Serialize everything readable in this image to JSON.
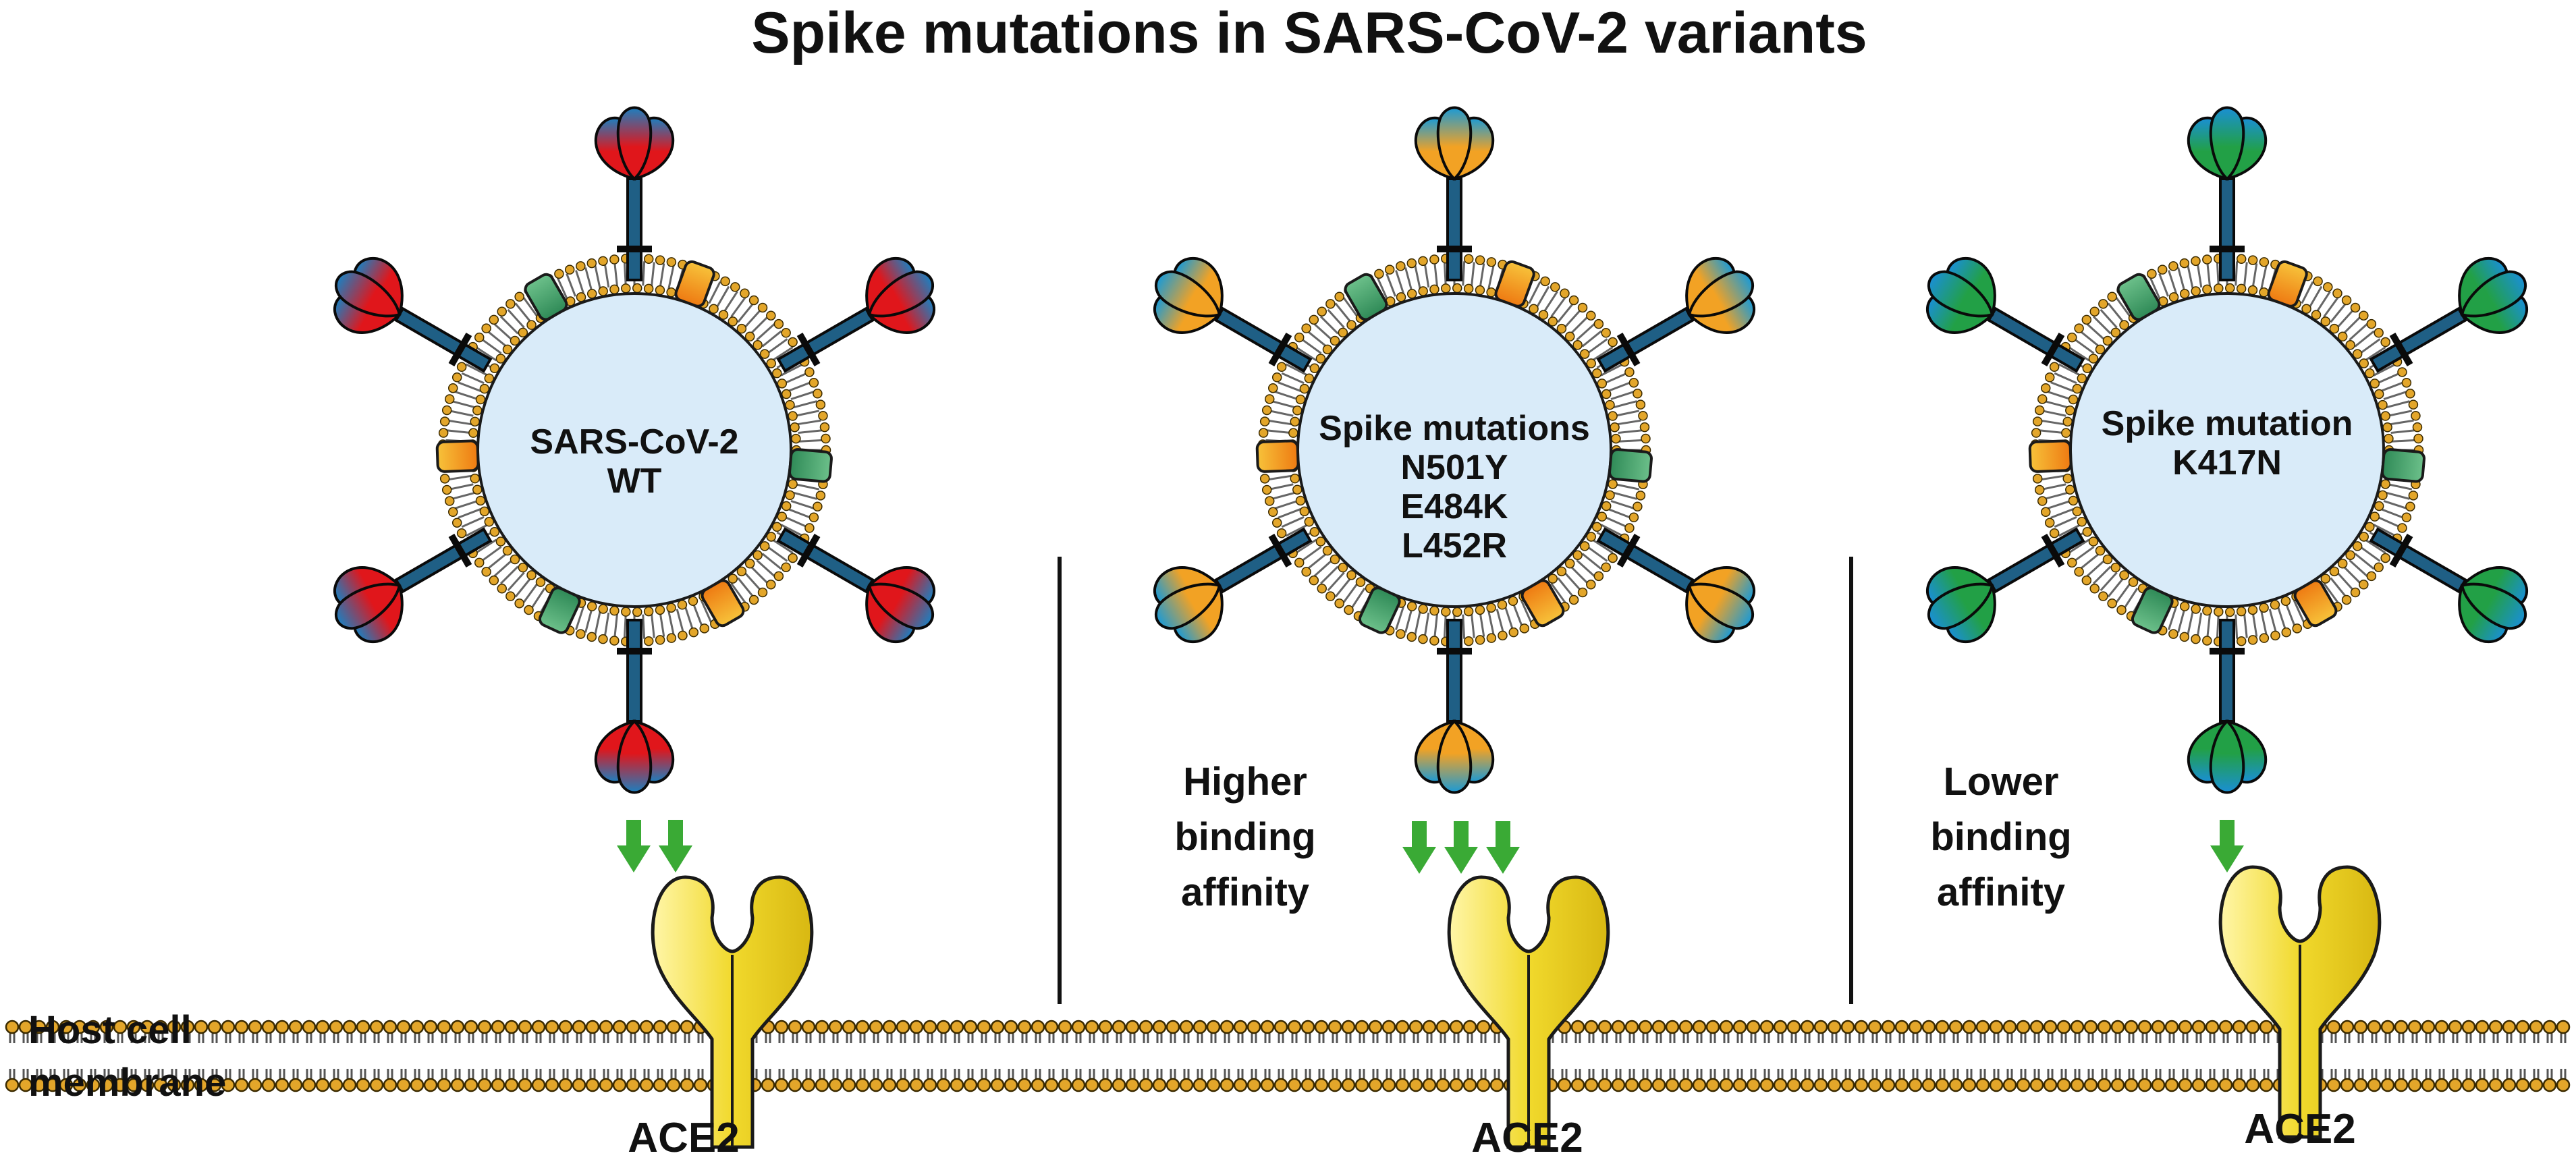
{
  "title": "Spike mutations in SARS-CoV-2 variants",
  "membrane_label": [
    "Host cell",
    "membrane"
  ],
  "receptor_label": "ACE2",
  "colors": {
    "capsid": "#d9ebf9",
    "bilayer_head": "#e3a62a",
    "stalk": "#1f5f85",
    "receptor": "#f3df3a",
    "arrow": "#3aaa35",
    "protein_green": "#3f9e68",
    "protein_orange": "#f0a020"
  },
  "panels": [
    {
      "id": "wt",
      "virus_label": [
        "SARS-CoV-2",
        "WT"
      ],
      "spike_colors": [
        "#1c7fc0",
        "#e0161b"
      ],
      "arrow_count": 2,
      "binding_label": []
    },
    {
      "id": "mut1",
      "virus_label": [
        "Spike mutations",
        "N501Y",
        "E484K",
        "L452R"
      ],
      "spike_colors": [
        "#1a9ad6",
        "#f2a224"
      ],
      "arrow_count": 3,
      "binding_label": [
        "Higher",
        "binding",
        "affinity"
      ]
    },
    {
      "id": "mut2",
      "virus_label": [
        "Spike mutation",
        "K417N"
      ],
      "spike_colors": [
        "#1a8fd4",
        "#22a046"
      ],
      "arrow_count": 1,
      "binding_label": [
        "Lower",
        "binding",
        "affinity"
      ]
    }
  ]
}
